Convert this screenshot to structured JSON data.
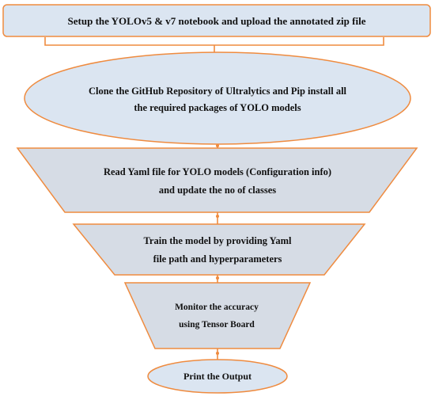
{
  "colors": {
    "box_fill": "#dbe5f1",
    "trapezoid_fill": "#d6dce5",
    "border": "#ef8b3f",
    "connector": "#ef8b3f",
    "text": "#111111"
  },
  "steps": [
    {
      "shape": "rounded-rectangle",
      "lines": [
        "Setup the YOLOv5 & v7 notebook and upload the annotated zip file"
      ]
    },
    {
      "shape": "ellipse",
      "lines": [
        "Clone the GitHub Repository of Ultralytics and Pip install all",
        "the required packages of YOLO models"
      ]
    },
    {
      "shape": "trapezoid",
      "lines": [
        "Read Yaml file for YOLO models (Configuration info)",
        "and update the no of classes"
      ]
    },
    {
      "shape": "trapezoid",
      "lines": [
        "Train the model by providing Yaml",
        "file path and hyperparameters"
      ]
    },
    {
      "shape": "trapezoid",
      "lines": [
        "Monitor the accuracy",
        "using Tensor Board"
      ]
    },
    {
      "shape": "ellipse",
      "lines": [
        "Print the Output"
      ]
    }
  ]
}
